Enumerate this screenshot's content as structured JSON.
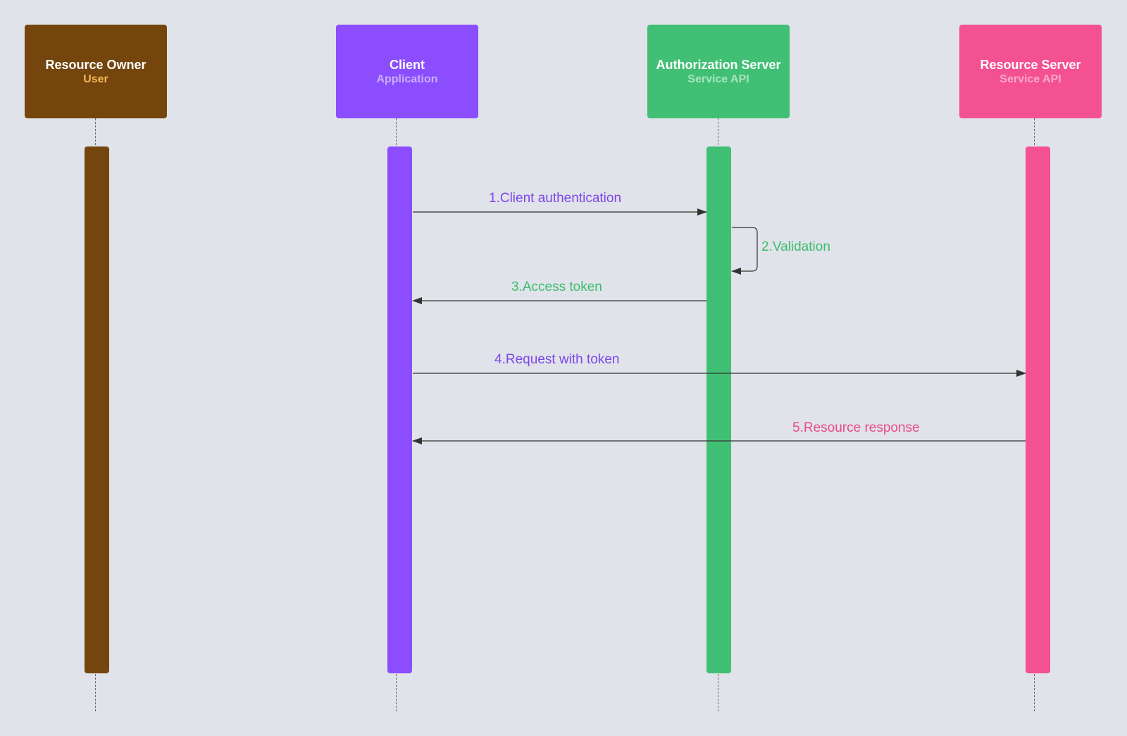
{
  "actors": [
    {
      "name": "Resource Owner",
      "role": "User",
      "color": "#74460e",
      "role_color": "#f5b45a"
    },
    {
      "name": "Client",
      "role": "Application",
      "color": "#8b4dfd",
      "role_color": "#c9aefc"
    },
    {
      "name": "Authorization Server",
      "role": "Service API",
      "color": "#41c075",
      "role_color": "#a6e4bd"
    },
    {
      "name": "Resource Server",
      "role": "Service API",
      "color": "#f35192",
      "role_color": "#f9a9c8"
    }
  ],
  "messages": [
    {
      "label": "1.Client authentication",
      "from": "Client",
      "to": "Authorization Server",
      "color": "#7d47ea"
    },
    {
      "label": "2.Validation",
      "from": "Authorization Server",
      "to": "Authorization Server",
      "color": "#3dbd6e"
    },
    {
      "label": "3.Access token",
      "from": "Authorization Server",
      "to": "Client",
      "color": "#3dbd6e"
    },
    {
      "label": "4.Request with token",
      "from": "Client",
      "to": "Resource Server",
      "color": "#7d47ea"
    },
    {
      "label": "5.Resource response",
      "from": "Resource Server",
      "to": "Client",
      "color": "#e94a8a"
    }
  ]
}
